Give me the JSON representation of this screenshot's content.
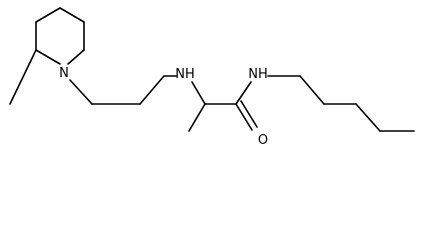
{
  "molecule": {
    "atoms": {
      "ring_nitrogen": "N",
      "amine_nitrogen": "NH",
      "amide_nitrogen": "NH",
      "carbonyl_oxygen": "O"
    }
  }
}
